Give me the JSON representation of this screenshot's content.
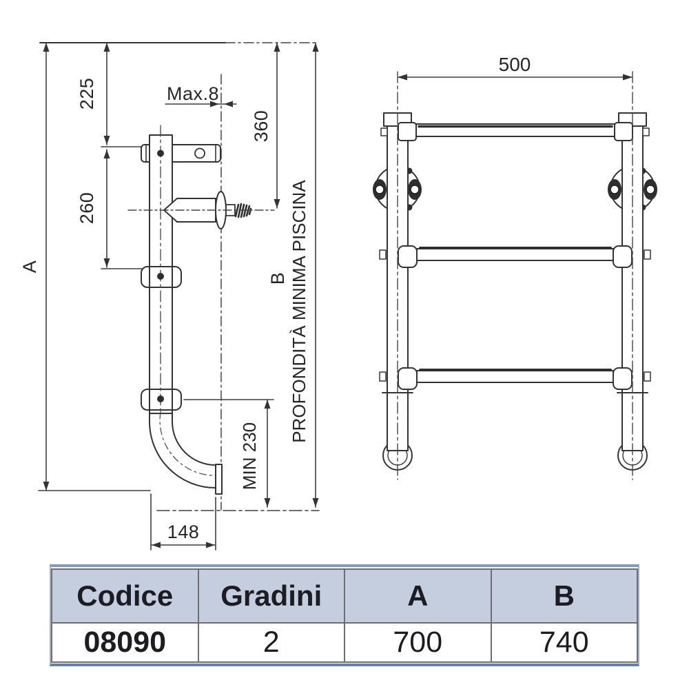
{
  "drawing": {
    "side_view": {
      "height_label": "A",
      "deck_to_step": "225",
      "step_spacing": "260",
      "wall_gap": "Max.8",
      "deck_to_anchor": "360",
      "depth_label": "B",
      "depth_note": "PROFONDITÀ MINIMA PISCINA",
      "step_to_floor": "MIN 230",
      "foot_depth": "148"
    },
    "front_view": {
      "width": "500"
    }
  },
  "table": {
    "headers": [
      "Codice",
      "Gradini",
      "A",
      "B"
    ],
    "row": [
      "08090",
      "2",
      "700",
      "740"
    ]
  },
  "colors": {
    "line": "#333333",
    "dim_line": "#3d3d3d",
    "table_header_bg": "#c5cedf",
    "table_border": "#6d6d72",
    "table_accent_top": "#8399c2",
    "table_accent_bottom": "#6281ac",
    "text": "#1f1f1f"
  }
}
